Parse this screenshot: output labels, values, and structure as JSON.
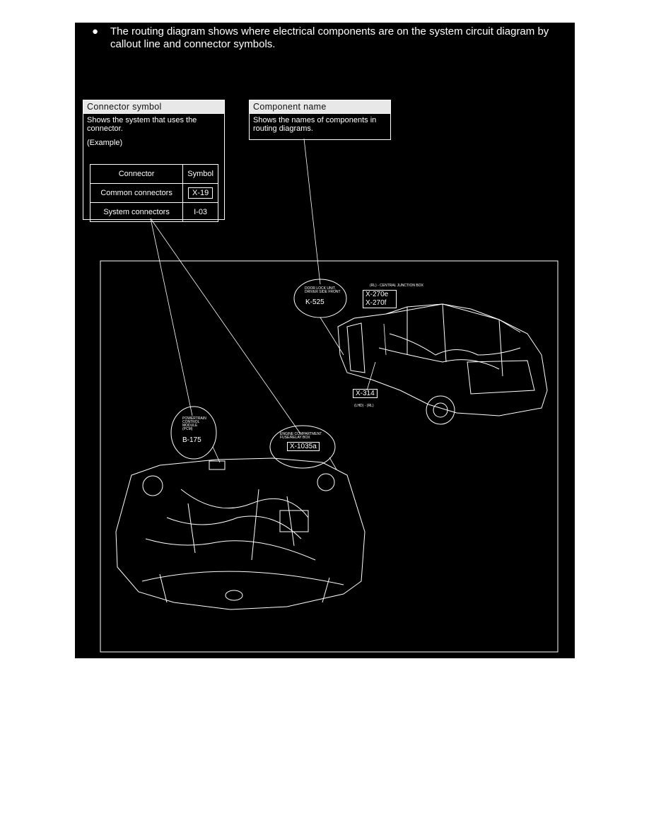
{
  "intro": {
    "bullet": "●",
    "text": "The routing diagram shows where electrical components are on the system circuit diagram by callout line and connector symbols."
  },
  "connector_symbol": {
    "heading": "Connector symbol",
    "description": "Shows the system that uses the connector.",
    "example_label": "(Example)",
    "table": {
      "headers": [
        "Connector",
        "Symbol"
      ],
      "rows": [
        {
          "connector": "Common connectors",
          "symbol": "X-19"
        },
        {
          "connector": "System connectors",
          "symbol": "I-03"
        }
      ]
    }
  },
  "component_name": {
    "heading": "Component name",
    "description": "Shows the names of components in routing diagrams."
  },
  "diagram": {
    "central_junction": "(RL) - CENTRAL JUNCTION BOX",
    "central_codes": [
      "X-270e",
      "X-270f"
    ],
    "door_lock_name": "DOOR LOCK UNIT, DRIVER SIDE FRONT",
    "door_lock_code": "K-525",
    "x314_code": "X-314",
    "x314_note": "(LHD) - (RL)",
    "pcm_name": "POWERTRAIN CONTROL MODULE (PCM)",
    "pcm_code": "B-175",
    "fuse_name": "ENGINE COMPARTMENT FUSE/RELAY BOX",
    "fuse_code": "X-1035a"
  }
}
